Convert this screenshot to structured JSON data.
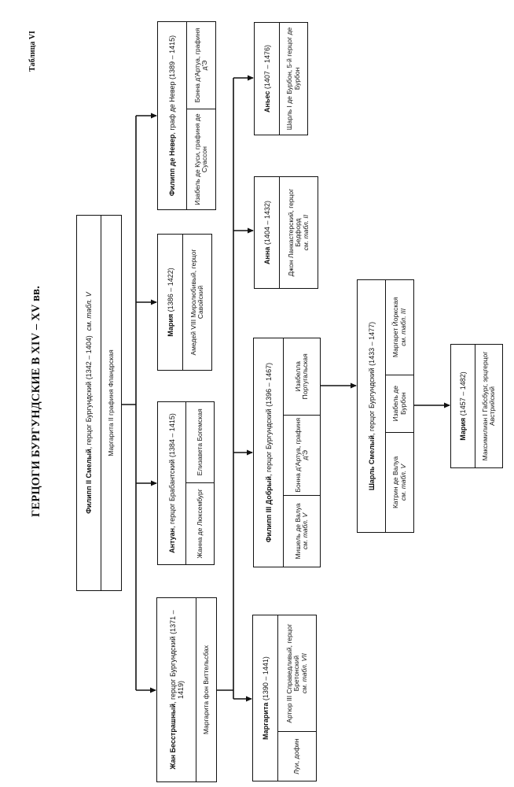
{
  "page": {
    "table_label": "Таблица VI",
    "title": "ГЕРЦОГИ БУРГУНДСКИЕ В XIV – XV вв."
  },
  "persons": [
    {
      "name": "Филипп II Смелый",
      "title": ", герцог Бургундский",
      "dates": "(1342 – 1404)",
      "ref": "см. табл. V",
      "spouses": [
        {
          "name": "Маргарита II графиня Фландрская"
        }
      ]
    },
    {
      "name": "Филипп де Невер",
      "title": ", граф де Невер",
      "dates": "(1389 – 1415)",
      "spouses": [
        {
          "name": "Изабель де Куси, графиня де Суассон"
        },
        {
          "name": "Бонна д'Артуа, графиня д'Э"
        }
      ]
    },
    {
      "name": "Мария",
      "title": "",
      "dates": "(1386 – 1422)",
      "spouses": [
        {
          "name": "Амедей VIII Миролюбивый, герцог Савойский"
        }
      ]
    },
    {
      "name": "Антуан",
      "title": ", герцог Брабантский",
      "dates": "(1384 – 1415)",
      "spouses": [
        {
          "name": "Жанна де Люксембург"
        },
        {
          "name": "Елизавета Богемская"
        }
      ]
    },
    {
      "name": "Жан Бесстрашный",
      "title": ", герцог Бургундский",
      "dates": "(1371 – 1419)",
      "spouses": [
        {
          "name": "Маргарита фон Виттельсбах"
        }
      ]
    },
    {
      "name": "Аньес",
      "title": "",
      "dates": "(1407 – 1476)",
      "spouses": [
        {
          "name": "Шарль I де Бурбон, 5-й герцог де Бурбон"
        }
      ]
    },
    {
      "name": "Анна",
      "title": "",
      "dates": "(1404 – 1432)",
      "spouses": [
        {
          "name": "Джон Ланкастерский, герцог Бедфорд",
          "ref": "см. табл. II"
        }
      ]
    },
    {
      "name": "Филипп III Добрый",
      "title": ", герцог Бургундский",
      "dates": "(1396 – 1467)",
      "spouses": [
        {
          "name": "Мишель де Валуа",
          "ref": "см. табл. V"
        },
        {
          "name": "Бонна д'Артуа, графиня д'Э"
        },
        {
          "name": "Изабелла Португальская"
        }
      ]
    },
    {
      "name": "Маргарита",
      "title": "",
      "dates": "(1390 – 1441)",
      "spouses": [
        {
          "name": "Луи, дофин"
        },
        {
          "name": "Артюр III Справедливый, герцог Бретонский",
          "ref": "см. табл. VII"
        }
      ]
    },
    {
      "name": "Шарль Смелый",
      "title": ", герцог Бургундский",
      "dates": "(1433 – 1477)",
      "spouses": [
        {
          "name": "Катрин де Валуа",
          "ref": "см. табл. V"
        },
        {
          "name": "Изабель де Бурбон"
        },
        {
          "name": "Маргарет Йоркская",
          "ref": "см. табл. III"
        }
      ]
    },
    {
      "name": "Мария",
      "title": "",
      "dates": "(1457 – 1482)",
      "spouses": [
        {
          "name": "Максимилиан I Габсбург, эрцгерцог Австрийский"
        }
      ]
    }
  ]
}
